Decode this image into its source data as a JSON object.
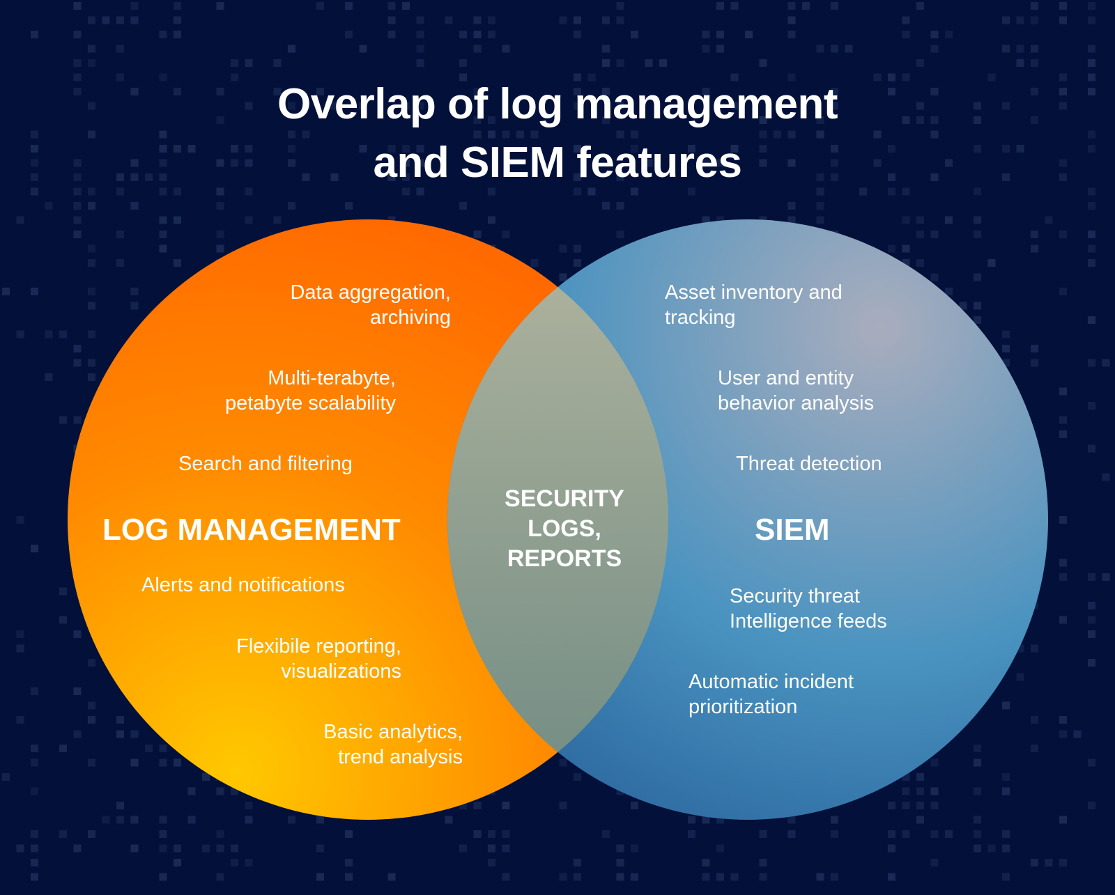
{
  "title": {
    "line1": "Overlap of log management",
    "line2": "and SIEM features"
  },
  "log_management": {
    "name": "LOG MANAGEMENT",
    "features": [
      {
        "lines": [
          "Data aggregation,",
          "archiving"
        ]
      },
      {
        "lines": [
          "Multi-terabyte,",
          "petabyte scalability"
        ]
      },
      {
        "lines": [
          "Search and filtering"
        ]
      },
      {
        "lines": [
          "Alerts and notifications"
        ]
      },
      {
        "lines": [
          "Flexibile reporting,",
          "visualizations"
        ]
      },
      {
        "lines": [
          "Basic analytics,",
          "trend analysis"
        ]
      }
    ]
  },
  "siem": {
    "name": "SIEM",
    "features": [
      {
        "lines": [
          "Asset inventory and",
          "tracking"
        ]
      },
      {
        "lines": [
          "User and entity",
          "behavior analysis"
        ]
      },
      {
        "lines": [
          "Threat detection"
        ]
      },
      {
        "lines": [
          "Security threat",
          "Intelligence feeds"
        ]
      },
      {
        "lines": [
          "Automatic incident",
          "prioritization"
        ]
      }
    ]
  },
  "overlap": {
    "lines": [
      "SECURITY",
      "LOGS,",
      "REPORTS"
    ]
  },
  "colors": {
    "background": "#03103a",
    "pixel": "#1a2a55",
    "orange_top": "#ff6a00",
    "orange_bottom": "#ffc800",
    "blue_light": "#a9adbd",
    "blue_mid": "#4a93c0",
    "blue_dark": "#27619a",
    "overlap_top": "#b2b59f",
    "overlap_bottom": "#6f8a82",
    "text": "#ffffff"
  }
}
